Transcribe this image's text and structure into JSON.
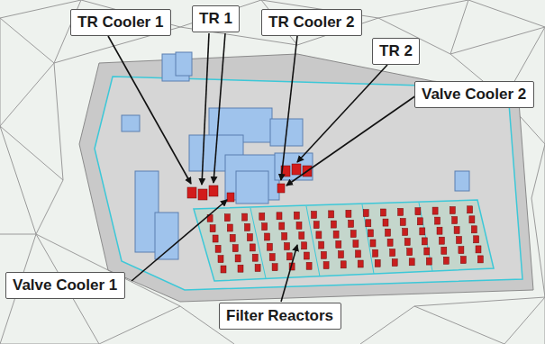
{
  "diagram": {
    "nodes": [
      {
        "text": [
          "TR Cooler 1"
        ]
      },
      {
        "text": [
          "TR 1"
        ]
      },
      {
        "text": [
          "TR Cooler 2"
        ]
      },
      {
        "text": [
          "TR 2"
        ]
      },
      {
        "text": [
          "Valve Cooler 2"
        ]
      },
      {
        "text": [
          "Valve Cooler 1"
        ]
      },
      {
        "text": [
          "Filter Reactors"
        ]
      }
    ]
  }
}
